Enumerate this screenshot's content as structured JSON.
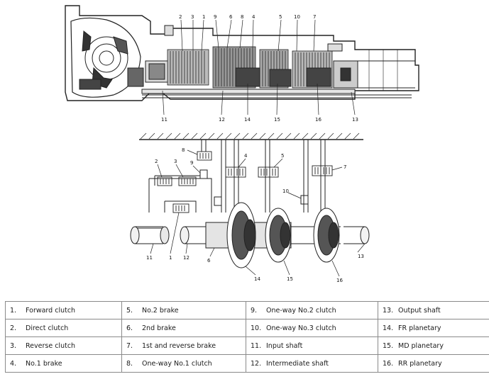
{
  "callouts_top": [
    "2",
    "3",
    "1",
    "9",
    "6",
    "8",
    "4",
    "5",
    "10",
    "7",
    "11",
    "12",
    "14",
    "15",
    "16",
    "13"
  ],
  "callouts_bottom": [
    "8",
    "4",
    "5",
    "7",
    "2",
    "3",
    "9",
    "10",
    "1",
    "11",
    "12",
    "6",
    "14",
    "15",
    "16",
    "13"
  ],
  "legend": [
    [
      {
        "num": "1.",
        "label": "Forward clutch"
      },
      {
        "num": "5.",
        "label": "No.2 brake"
      },
      {
        "num": "9.",
        "label": "One-way No.2 clutch"
      },
      {
        "num": "13.",
        "label": "Output shaft"
      }
    ],
    [
      {
        "num": "2.",
        "label": "Direct clutch"
      },
      {
        "num": "6.",
        "label": "2nd brake"
      },
      {
        "num": "10.",
        "label": "One-way No.3 clutch"
      },
      {
        "num": "14.",
        "label": "FR planetary"
      }
    ],
    [
      {
        "num": "3.",
        "label": "Reverse clutch"
      },
      {
        "num": "7.",
        "label": "1st and reverse brake"
      },
      {
        "num": "11.",
        "label": "Input shaft"
      },
      {
        "num": "15.",
        "label": "MD planetary"
      }
    ],
    [
      {
        "num": "4.",
        "label": "No.1 brake"
      },
      {
        "num": "8.",
        "label": "One-way No.1 clutch"
      },
      {
        "num": "12.",
        "label": "Intermediate shaft"
      },
      {
        "num": "16.",
        "label": "RR planetary"
      }
    ]
  ]
}
